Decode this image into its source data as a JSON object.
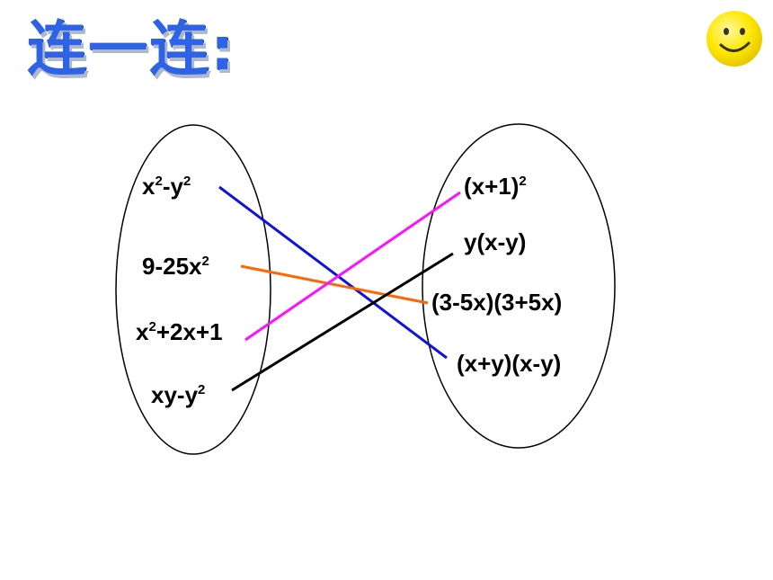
{
  "title": "连一连:",
  "left_terms": [
    {
      "id": "L1",
      "base": "x",
      "sup": "2",
      "rest": "-y",
      "sup2": "2",
      "tail": ""
    },
    {
      "id": "L2",
      "base": "9-25x",
      "sup": "2",
      "rest": "",
      "sup2": "",
      "tail": ""
    },
    {
      "id": "L3",
      "base": "x",
      "sup": "2",
      "rest": "+2x+1",
      "sup2": "",
      "tail": ""
    },
    {
      "id": "L4",
      "base": "xy-y",
      "sup": "2",
      "rest": "",
      "sup2": "",
      "tail": ""
    }
  ],
  "right_terms": [
    {
      "id": "R1",
      "base": "(x+1)",
      "sup": "2"
    },
    {
      "id": "R2",
      "base": "y(x-y)",
      "sup": ""
    },
    {
      "id": "R3",
      "base": "(3-5x)(3+5x)",
      "sup": ""
    },
    {
      "id": "R4",
      "base": "(x+y)(x-y)",
      "sup": ""
    }
  ],
  "connections": [
    {
      "from": "L1",
      "to": "R4",
      "color": "#1010e0"
    },
    {
      "from": "L2",
      "to": "R3",
      "color": "#ff6600"
    },
    {
      "from": "L3",
      "to": "R1",
      "color": "#ff10ff"
    },
    {
      "from": "L4",
      "to": "R2",
      "color": "#000000"
    }
  ],
  "colors": {
    "title": "#2f63e6",
    "smiley_face": "#ffe800",
    "ellipse_stroke": "#000000"
  },
  "icons": {
    "corner": "smiley-icon"
  }
}
